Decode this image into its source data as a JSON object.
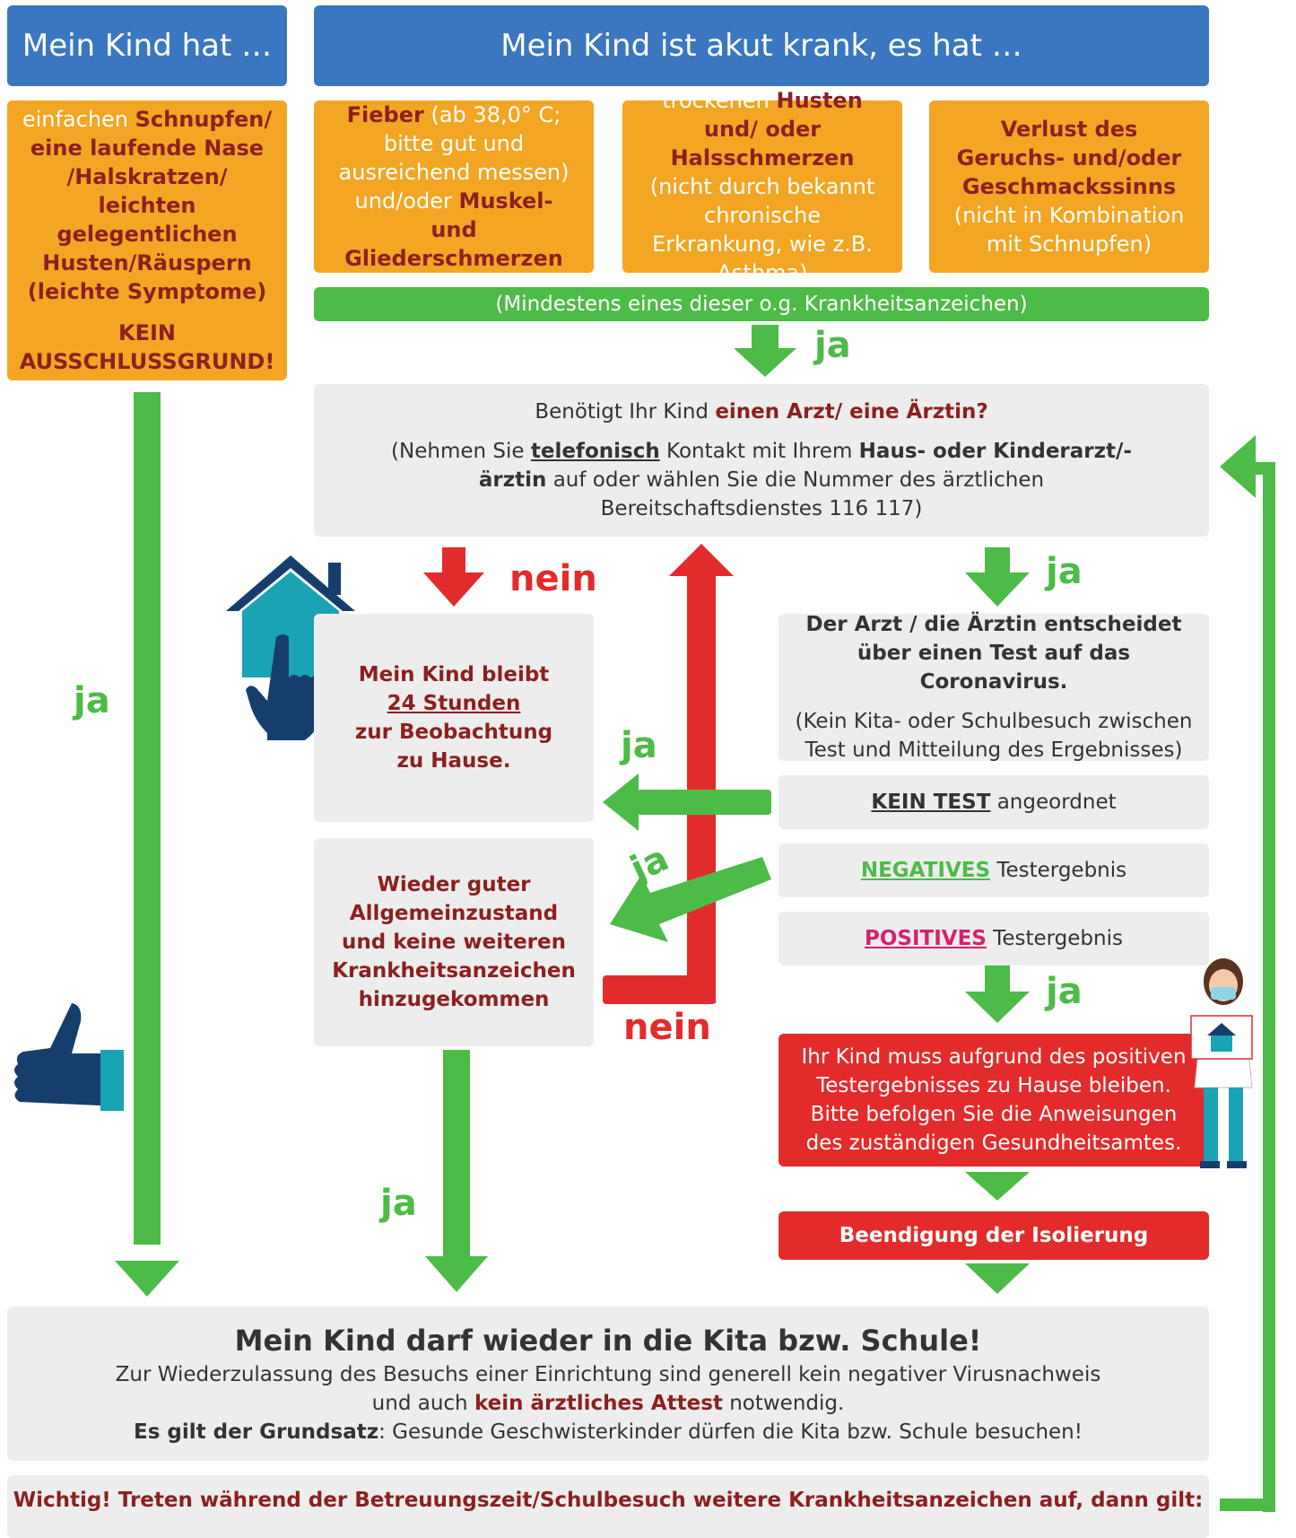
{
  "header": {
    "left": "Mein Kind hat …",
    "right": "Mein Kind ist akut krank, es hat …"
  },
  "mild": {
    "pre": "einfachen ",
    "bold": "Schnupfen/ eine laufende Nase /Halskratzen/ leichten gelegentlichen Husten/Räuspern (leichte Symptome)",
    "note": "KEIN AUSSCHLUSSGRUND!"
  },
  "symptoms": {
    "fever": {
      "b1": "Fieber",
      "t1": " (ab 38,0° C; bitte gut und ausreichend messen)  und/oder ",
      "b2": "Muskel- und Gliederschmerzen"
    },
    "cough": {
      "t1": "trockenen ",
      "b1": "Husten und/ oder Halsschmerzen",
      "t2": " (nicht durch bekannt chronische Erkrankung, wie z.B. Asthma)"
    },
    "smell": {
      "b1": "Verlust des Geruchs- und/oder Geschmackssinns",
      "t1": " (nicht in Kombination mit Schnupfen)"
    }
  },
  "min_bar": "(Mindestens eines dieser o.g. Krankheitsanzeichen)",
  "labels": {
    "ja": "ja",
    "nein": "nein"
  },
  "doctor_question": {
    "pre": "Benötigt Ihr Kind ",
    "bold": "einen Arzt/ eine Ärztin?",
    "l2_a": "(Nehmen Sie ",
    "l2_u": "telefonisch",
    "l2_b": " Kontakt mit Ihrem ",
    "l2_c": "Haus- oder Kinderarzt/-ärztin",
    "l2_d": " auf oder wählen Sie die Nummer des ärztlichen Bereitschaftsdienstes 116 117)"
  },
  "stay_home": {
    "l1": "Mein Kind bleibt",
    "l2": "24 Stunden",
    "l3": "zur Beobachtung",
    "l4": "zu Hause."
  },
  "recovered": "Wieder guter Allgemeinzustand und keine weiteren Krankheitsanzeichen hinzugekommen",
  "test_decision": {
    "bold": "Der Arzt / die Ärztin entscheidet über einen Test auf das Coronavirus.",
    "note": "(Kein Kita- oder Schulbesuch zwischen Test und Mitteilung des Ergebnisses)"
  },
  "results": {
    "no_test": {
      "key": "KEIN TEST",
      "rest": " angeordnet"
    },
    "negative": {
      "key": "NEGATIVES",
      "rest": " Testergebnis"
    },
    "positive": {
      "key": "POSITIVES",
      "rest": " Testergebnis"
    }
  },
  "positive_box": "Ihr Kind muss aufgrund des positiven Testergebnisses zu Hause bleiben. Bitte befolgen Sie die Anweisungen des zuständigen Gesundheitsamtes.",
  "end_isolation": "Beendigung der Isolierung",
  "final": {
    "title": "Mein Kind darf wieder in die Kita bzw. Schule!",
    "l1": "Zur Wiederzulassung des Besuchs einer Einrichtung sind generell kein negativer Virusnachweis",
    "l2_a": "und auch ",
    "l2_b": "kein ärztliches Attest",
    "l2_c": " notwendig.",
    "l3_b": "Es gilt der Grundsatz",
    "l3_t": ": Gesunde Geschwisterkinder dürfen die Kita bzw. Schule besuchen!"
  },
  "footer": "Wichtig! Treten während der Betreuungszeit/Schulbesuch weitere Krankheitsanzeichen auf, dann gilt:",
  "colors": {
    "blue": "#3a77c0",
    "orange": "#f3a623",
    "green": "#4dbb47",
    "red": "#e42b2b",
    "grey": "#ededed",
    "darkred": "#8d1f1f",
    "navy": "#163e6d",
    "teal": "#1aa3b5"
  }
}
